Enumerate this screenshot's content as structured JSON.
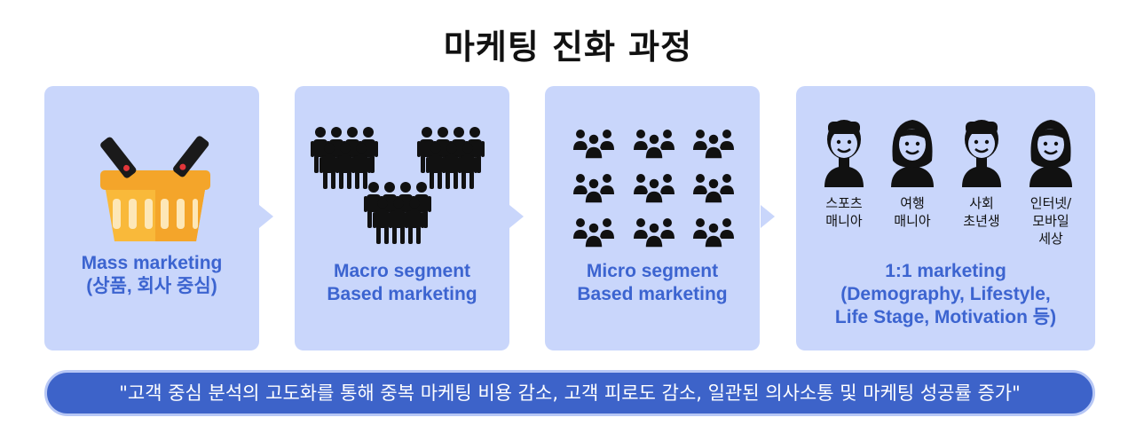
{
  "title": "마케팅 진화 과정",
  "colors": {
    "card": "#c9d6fb",
    "caption": "#3c64d0",
    "banner": "#3d63c9",
    "icon": "#111111",
    "basket": "#f9b93a"
  },
  "stages": [
    {
      "line1": "Mass marketing",
      "line2": "(상품, 회사 중심)",
      "icon": "shopping-basket-icon"
    },
    {
      "line1": "Macro segment",
      "line2": "Based marketing",
      "icon": "crowd-groups-icon"
    },
    {
      "line1": "Micro segment",
      "line2": "Based marketing",
      "icon": "small-groups-icon"
    },
    {
      "line1": "1:1 marketing",
      "line2": "(Demography, Lifestyle,",
      "line3": "Life Stage, Motivation 등)",
      "icon": "individual-persona-icon"
    }
  ],
  "personas": [
    {
      "line1": "스포츠",
      "line2": "매니아",
      "icon": "man-icon"
    },
    {
      "line1": "여행",
      "line2": "매니아",
      "icon": "woman-icon"
    },
    {
      "line1": "사회",
      "line2": "초년생",
      "icon": "man-icon"
    },
    {
      "line1": "인터넷/",
      "line2": "모바일",
      "line3": "세상",
      "icon": "woman-icon"
    }
  ],
  "summary": "\"고객 중심 분석의 고도화를 통해 중복 마케팅 비용 감소, 고객 피로도 감소, 일관된 의사소통 및 마케팅 성공률 증가\""
}
